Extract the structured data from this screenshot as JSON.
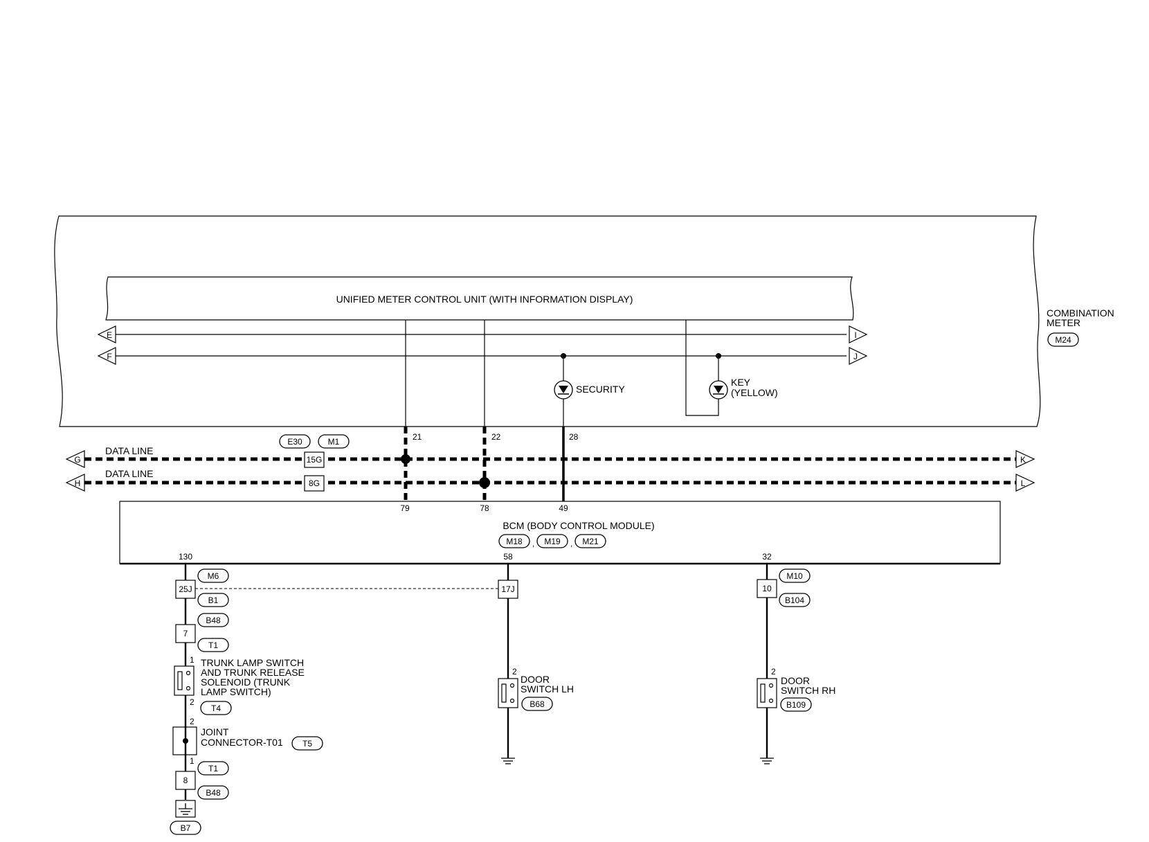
{
  "combination_meter": {
    "label_line1": "COMBINATION",
    "label_line2": "METER",
    "connector": "M24"
  },
  "meter_unit": {
    "title": "UNIFIED METER CONTROL UNIT (WITH INFORMATION DISPLAY)"
  },
  "off_page": {
    "e": "E",
    "f": "F",
    "i": "I",
    "j": "J",
    "g": "G",
    "h": "H",
    "k": "K",
    "l": "L"
  },
  "indicators": {
    "security": "SECURITY",
    "key_line1": "KEY",
    "key_line2": "(YELLOW)"
  },
  "meter_pins": {
    "p21": "21",
    "p22": "22",
    "p28": "28"
  },
  "data_lines": {
    "line1": "DATA LINE",
    "line2": "DATA LINE"
  },
  "inline_connectors": {
    "e30": "E30",
    "m1": "M1",
    "pin15g": "15G",
    "pin8g": "8G"
  },
  "bcm": {
    "title": "BCM (BODY CONTROL MODULE)",
    "connectors": [
      "M18",
      "M19",
      "M21"
    ],
    "sep": ",",
    "top_pins": {
      "p79": "79",
      "p78": "78",
      "p49": "49"
    },
    "bottom_pins": {
      "p130": "130",
      "p58": "58",
      "p32": "32"
    }
  },
  "trunk_circuit": {
    "c_m6": "M6",
    "pin25j": "25J",
    "c_b1": "B1",
    "c_b48": "B48",
    "pin7": "7",
    "c_t1": "T1",
    "sw_pin1": "1",
    "sw_pin2": "2",
    "sw_line1": "TRUNK LAMP SWITCH",
    "sw_line2": "AND TRUNK RELEASE",
    "sw_line3": "SOLENOID (TRUNK",
    "sw_line4": "LAMP SWITCH)",
    "c_t4": "T4",
    "jc_pin2": "2",
    "jc_pin1": "1",
    "jc_line1": "JOINT",
    "jc_line2": "CONNECTOR-T01",
    "c_t5": "T5",
    "c_t1b": "T1",
    "pin8": "8",
    "c_b48b": "B48",
    "c_b7": "B7"
  },
  "door_lh": {
    "pin17j": "17J",
    "pin2": "2",
    "line1": "DOOR",
    "line2": "SWITCH LH",
    "connector": "B68"
  },
  "door_rh": {
    "c_m10": "M10",
    "pin10": "10",
    "c_b104": "B104",
    "pin2": "2",
    "line1": "DOOR",
    "line2": "SWITCH RH",
    "connector": "B109"
  }
}
